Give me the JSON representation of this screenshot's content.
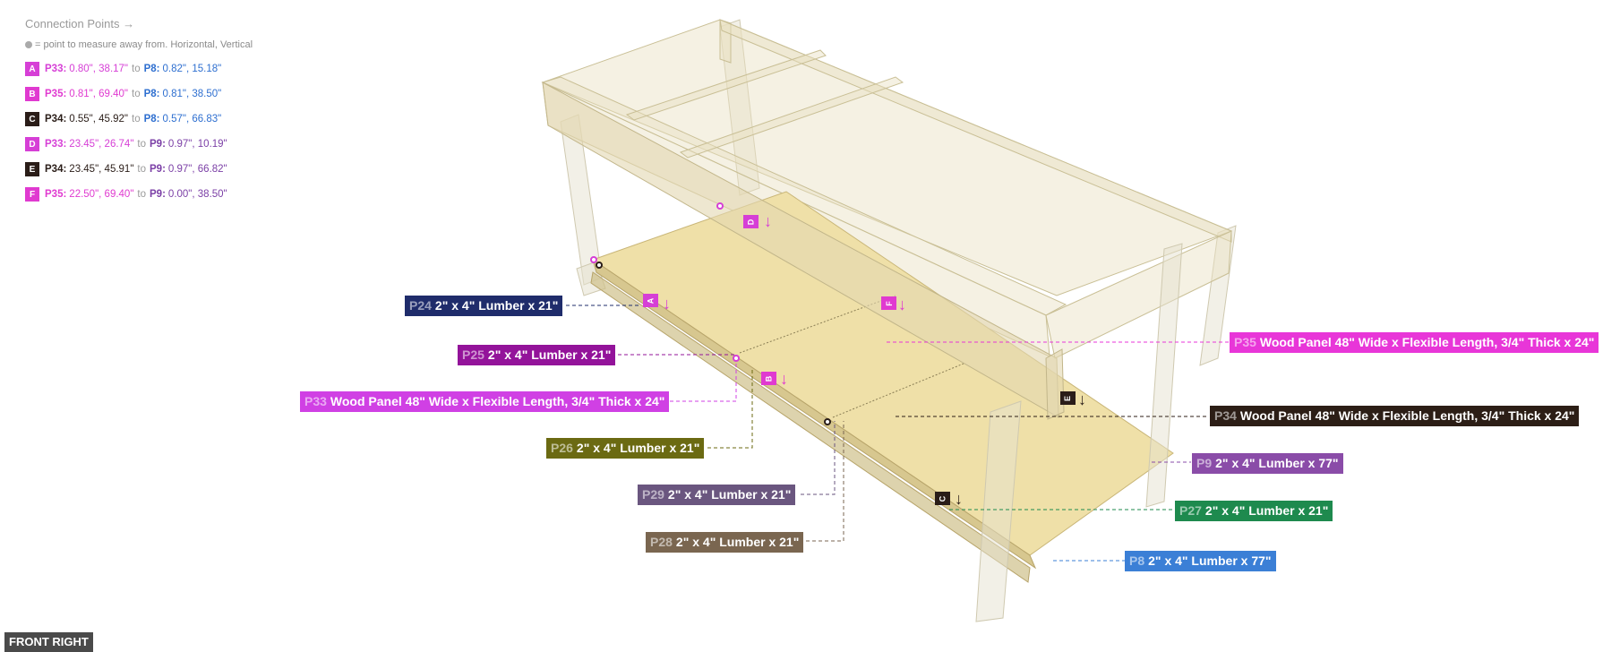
{
  "legend": {
    "title": "Connection Points →",
    "note": "= point to measure away from. Horizontal, Vertical",
    "separator": "to",
    "rows": [
      {
        "badge": "A",
        "badge_color": "#d63fd6",
        "from_id": "P33:",
        "from_val": "0.80\", 38.17\"",
        "from_color": "#d63fd6",
        "to_id": "P8:",
        "to_val": "0.82\", 15.18\"",
        "to_color": "#2e6fd0"
      },
      {
        "badge": "B",
        "badge_color": "#e03ad0",
        "from_id": "P35:",
        "from_val": "0.81\", 69.40\"",
        "from_color": "#e03ad0",
        "to_id": "P8:",
        "to_val": "0.81\", 38.50\"",
        "to_color": "#2e6fd0"
      },
      {
        "badge": "C",
        "badge_color": "#2a1d18",
        "from_id": "P34:",
        "from_val": "0.55\", 45.92\"",
        "from_color": "#2a1d18",
        "to_id": "P8:",
        "to_val": "0.57\", 66.83\"",
        "to_color": "#2e6fd0"
      },
      {
        "badge": "D",
        "badge_color": "#d63fd6",
        "from_id": "P33:",
        "from_val": "23.45\", 26.74\"",
        "from_color": "#d63fd6",
        "to_id": "P9:",
        "to_val": "0.97\", 10.19\"",
        "to_color": "#7b3fa6"
      },
      {
        "badge": "E",
        "badge_color": "#2a1d18",
        "from_id": "P34:",
        "from_val": "23.45\", 45.91\"",
        "from_color": "#2a1d18",
        "to_id": "P9:",
        "to_val": "0.97\", 66.82\"",
        "to_color": "#7b3fa6"
      },
      {
        "badge": "F",
        "badge_color": "#e03ad0",
        "from_id": "P35:",
        "from_val": "22.50\", 69.40\"",
        "from_color": "#e03ad0",
        "to_id": "P9:",
        "to_val": "0.00\", 38.50\"",
        "to_color": "#7b3fa6"
      }
    ]
  },
  "parts": [
    {
      "id": "P24",
      "desc": "2\" x 4\" Lumber  x 21\"",
      "color": "#1f2c6b"
    },
    {
      "id": "P25",
      "desc": "2\" x 4\" Lumber  x 21\"",
      "color": "#93139a"
    },
    {
      "id": "P33",
      "desc": "Wood Panel 48\" Wide x Flexible Length, 3/4\" Thick x 24\"",
      "color": "#d040e4"
    },
    {
      "id": "P26",
      "desc": "2\" x 4\" Lumber  x 21\"",
      "color": "#6b6a12"
    },
    {
      "id": "P29",
      "desc": "2\" x 4\" Lumber  x 21\"",
      "color": "#6a567f"
    },
    {
      "id": "P28",
      "desc": "2\" x 4\" Lumber  x 21\"",
      "color": "#7a6650"
    },
    {
      "id": "P35",
      "desc": "Wood Panel 48\" Wide x Flexible Length, 3/4\" Thick x 24\"",
      "color": "#e836d8"
    },
    {
      "id": "P34",
      "desc": "Wood Panel 48\" Wide x Flexible Length, 3/4\" Thick x 24\"",
      "color": "#2c1e16"
    },
    {
      "id": "P9",
      "desc": "2\" x 4\" Lumber  x 77\"",
      "color": "#8a4ca8"
    },
    {
      "id": "P27",
      "desc": "2\" x 4\" Lumber  x 21\"",
      "color": "#1e8a4e"
    },
    {
      "id": "P8",
      "desc": "2\" x 4\" Lumber  x 77\"",
      "color": "#3b7fd6"
    }
  ],
  "markers": {
    "a": "A",
    "b": "B",
    "c": "C",
    "d": "D",
    "e": "E",
    "f": "F",
    "magenta": "#d63fd6",
    "pink": "#e03ad0",
    "dark": "#2a1d18"
  },
  "view_label": "FRONT RIGHT"
}
